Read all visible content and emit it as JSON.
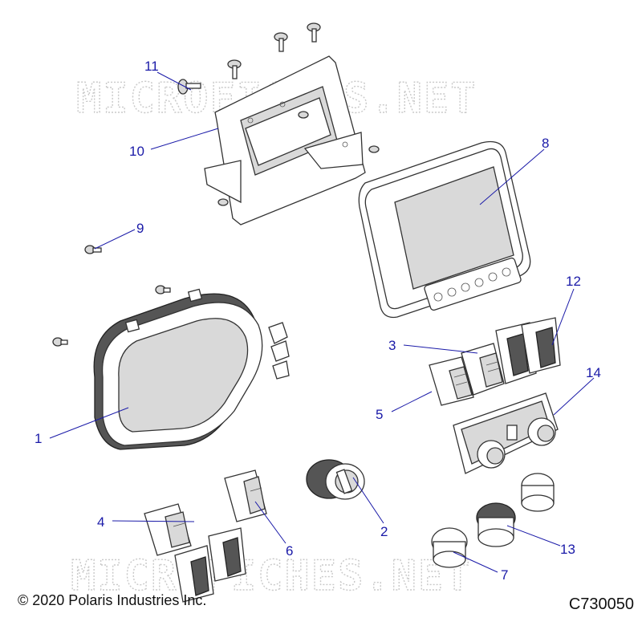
{
  "watermark": "MICROFICHES.NET",
  "copyright": "© 2020 Polaris Industries Inc.",
  "drawing_code": "C730050",
  "callouts": [
    {
      "id": "1",
      "label": "1"
    },
    {
      "id": "2",
      "label": "2"
    },
    {
      "id": "3",
      "label": "3"
    },
    {
      "id": "4",
      "label": "4"
    },
    {
      "id": "5",
      "label": "5"
    },
    {
      "id": "6",
      "label": "6"
    },
    {
      "id": "7",
      "label": "7"
    },
    {
      "id": "8",
      "label": "8"
    },
    {
      "id": "9",
      "label": "9"
    },
    {
      "id": "10",
      "label": "10"
    },
    {
      "id": "11",
      "label": "11"
    },
    {
      "id": "12",
      "label": "12"
    },
    {
      "id": "13",
      "label": "13"
    },
    {
      "id": "14",
      "label": "14"
    }
  ]
}
